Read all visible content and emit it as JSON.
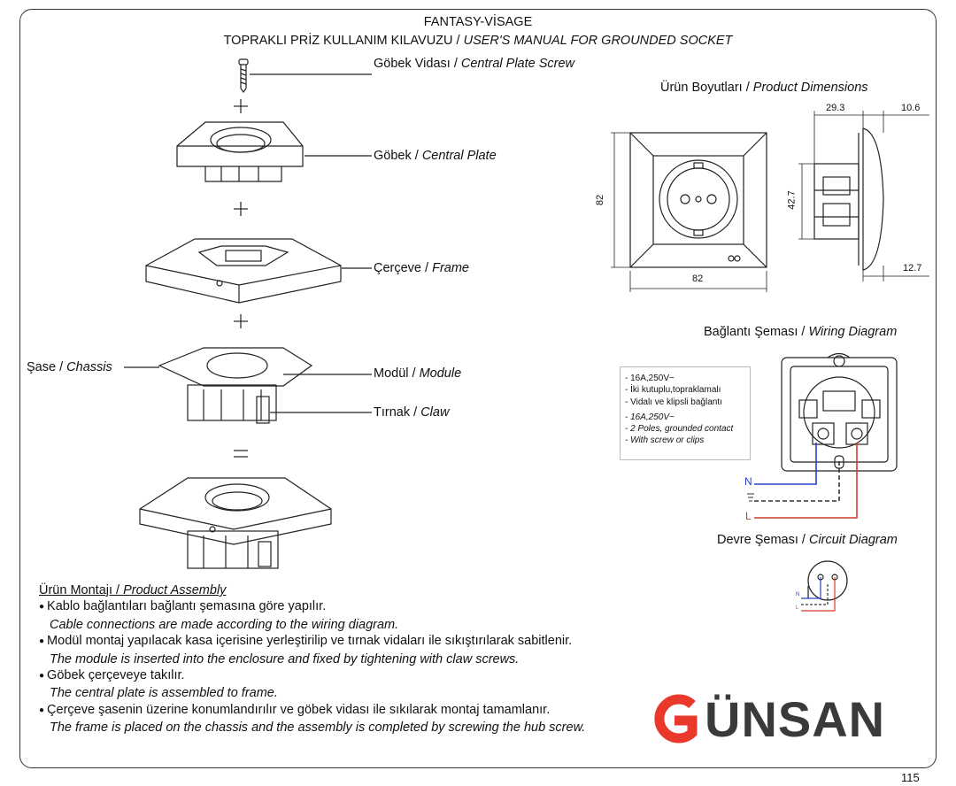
{
  "header": {
    "brand": "FANTASY-VİSAGE",
    "subtitle_tr": "TOPRAKLI PRİZ KULLANIM KILAVUZU",
    "subtitle_sep": " / ",
    "subtitle_en": "USER'S MANUAL FOR GROUNDED SOCKET"
  },
  "parts": {
    "screw_tr": "Göbek Vidası",
    "screw_en": "Central Plate Screw",
    "plate_tr": "Göbek",
    "plate_en": "Central Plate",
    "frame_tr": "Çerçeve",
    "frame_en": "Frame",
    "chassis_tr": "Şase",
    "chassis_en": "Chassis",
    "module_tr": "Modül",
    "module_en": "Module",
    "claw_tr": "Tırnak",
    "claw_en": "Claw",
    "sep": " / ",
    "plus": "+",
    "equals": "="
  },
  "dimensions": {
    "title_tr": "Ürün Boyutları",
    "title_en": "Product Dimensions",
    "width": "82",
    "height": "82",
    "depth_total": "29.3",
    "depth_front": "10.6",
    "depth_inner": "42.7",
    "depth_bottom": "12.7"
  },
  "wiring": {
    "title_tr": "Bağlantı Şeması",
    "title_en": "Wiring Diagram",
    "specs": [
      "- 16A,250V~",
      "- İki kutuplu,topraklamalı",
      "- Vidalı ve klipsli bağlantı",
      "- 16A,250V~",
      "- 2 Poles, grounded contact",
      "- With screw or clips"
    ],
    "n_label": "N",
    "l_label": "L",
    "colors": {
      "neutral": "#2a3fc9",
      "live": "#d43a2a",
      "earth": "#333333"
    }
  },
  "circuit": {
    "title_tr": "Devre Şeması",
    "title_en": "Circuit Diagram",
    "n_label": "N",
    "l_label": "L"
  },
  "assembly": {
    "title_tr": "Ürün Montajı",
    "title_en": "Product Assembly",
    "steps": [
      {
        "tr": "Kablo bağlantıları bağlantı şemasına göre yapılır.",
        "en": "Cable connections are made according to the wiring diagram."
      },
      {
        "tr": "Modül montaj yapılacak kasa içerisine yerleştirilip ve tırnak vidaları ile sıkıştırılarak sabitlenir.",
        "en": "The module is inserted into the enclosure and fixed by tightening with claw screws."
      },
      {
        "tr": "Göbek çerçeveye takılır.",
        "en": "The central plate is assembled to frame."
      },
      {
        "tr": "Çerçeve şasenin üzerine konumlandırılır ve göbek vidası ile sıkılarak montaj tamamlanır.",
        "en": "The frame is placed on the chassis and the assembly is completed by screwing the hub screw."
      }
    ]
  },
  "brand": {
    "logo_text": "ÜNSAN",
    "color": "#e8392b"
  },
  "page_number": "115"
}
